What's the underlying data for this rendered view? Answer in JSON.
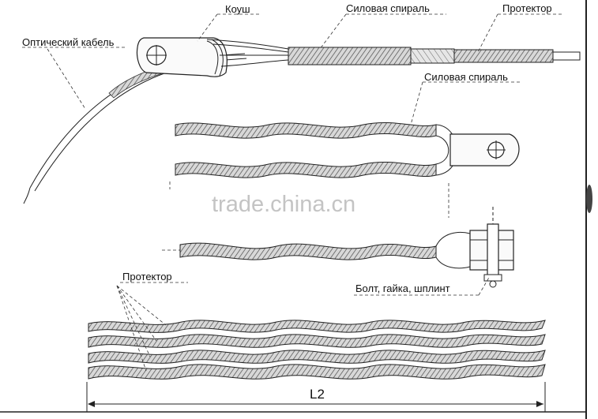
{
  "labels": {
    "thimble": "Коуш",
    "power_spiral_top": "Силовая спираль",
    "protector_top": "Протектор",
    "optical_cable": "Оптический кабель",
    "power_spiral_mid": "Силовая спираль",
    "protector_bottom": "Протектор",
    "bolt_nut_pin": "Болт, гайка, шплинт",
    "dimension_l2": "L2"
  },
  "watermark": "trade.china.cn",
  "colors": {
    "ink": "#222222",
    "watermark": "#c4c4c4",
    "background": "#ffffff"
  }
}
